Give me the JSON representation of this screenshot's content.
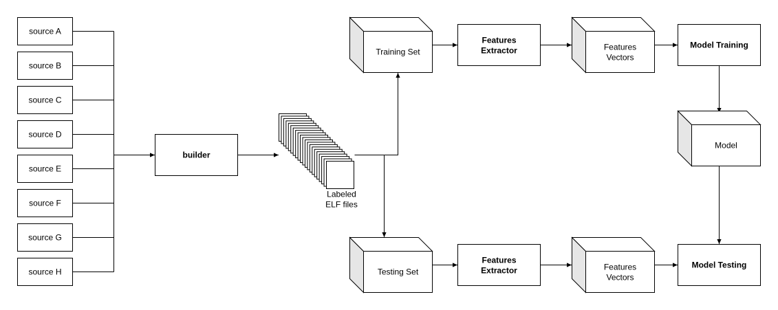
{
  "sources": [
    "source A",
    "source B",
    "source C",
    "source D",
    "source E",
    "source F",
    "source G",
    "source H"
  ],
  "builder": "builder",
  "labeled_files": [
    "Labeled",
    "ELF files"
  ],
  "training_set": "Training Set",
  "testing_set": "Testing Set",
  "features_extractor_top": [
    "Features",
    "Extractor"
  ],
  "features_extractor_bottom": [
    "Features",
    "Extractor"
  ],
  "features_vectors_top": [
    "Features",
    "Vectors"
  ],
  "features_vectors_bottom": [
    "Features",
    "Vectors"
  ],
  "model_training": "Model Training",
  "model": "Model",
  "model_testing": "Model Testing"
}
